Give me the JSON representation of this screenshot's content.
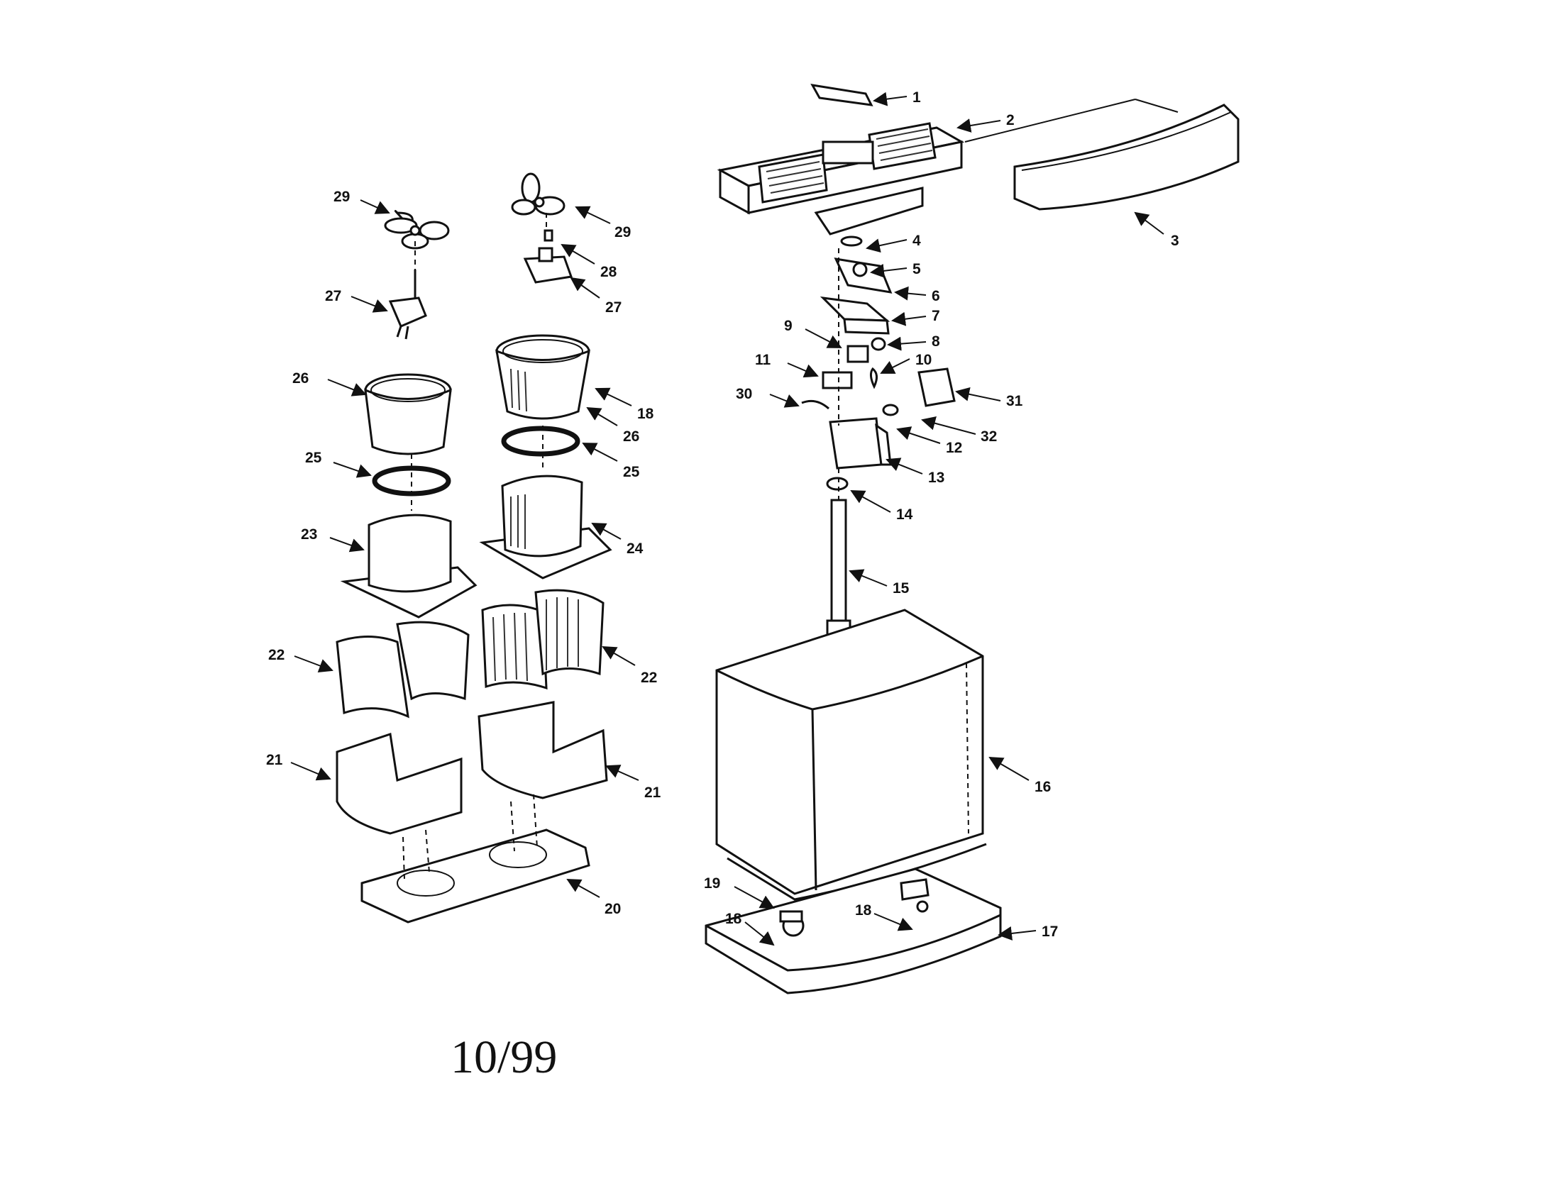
{
  "date_code": "10/99",
  "callouts": [
    "1",
    "2",
    "3",
    "4",
    "5",
    "6",
    "7",
    "8",
    "9",
    "10",
    "11",
    "30",
    "31",
    "12",
    "32",
    "13",
    "14",
    "15",
    "16",
    "19",
    "18a",
    "18b",
    "17",
    "29a",
    "27a",
    "26a",
    "25a",
    "23",
    "22a",
    "21a",
    "29b",
    "28",
    "27b",
    "18c",
    "26b",
    "25b",
    "24",
    "22b",
    "21b",
    "20"
  ],
  "labels": {
    "1": "1",
    "2": "2",
    "3": "3",
    "4": "4",
    "5": "5",
    "6": "6",
    "7": "7",
    "8": "8",
    "9": "9",
    "10": "10",
    "11": "11",
    "30": "30",
    "31": "31",
    "12": "12",
    "32": "32",
    "13": "13",
    "14": "14",
    "15": "15",
    "16": "16",
    "19": "19",
    "18a": "18",
    "18b": "18",
    "17": "17",
    "29a": "29",
    "27a": "27",
    "26a": "26",
    "25a": "25",
    "23": "23",
    "22a": "22",
    "21a": "21",
    "29b": "29",
    "28": "28",
    "27b": "27",
    "18c": "18",
    "26b": "26",
    "25b": "25",
    "24": "24",
    "22b": "22",
    "21b": "21",
    "20": "20"
  }
}
